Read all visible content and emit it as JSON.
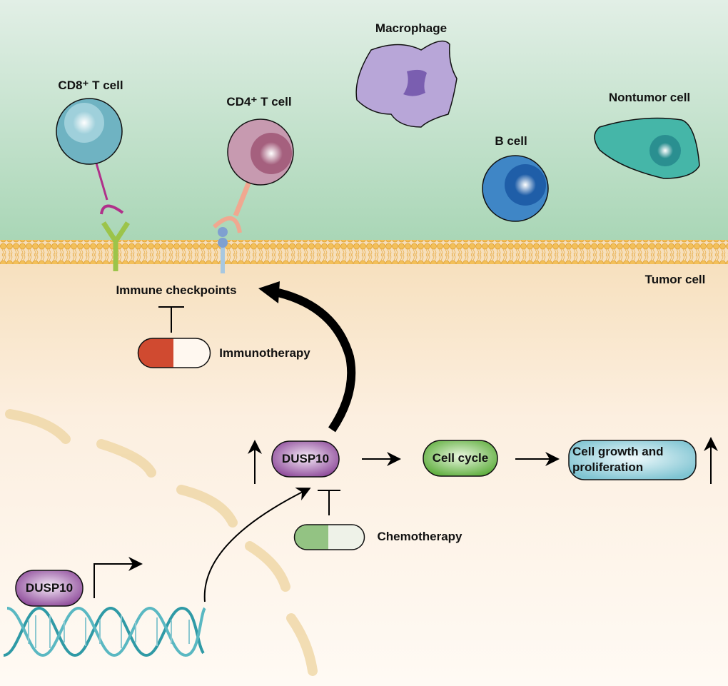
{
  "labels": {
    "cd8": "CD8⁺ T cell",
    "cd4": "CD4⁺ T cell",
    "macrophage": "Macrophage",
    "b_cell": "B cell",
    "nontumor": "Nontumor cell",
    "tumor": "Tumor cell",
    "checkpoints": "Immune checkpoints",
    "immunotherapy": "Immunotherapy",
    "chemotherapy": "Chemotherapy",
    "dusp10_main": "DUSP10",
    "dusp10_gene": "DUSP10",
    "cell_cycle": "Cell cycle",
    "growth": "Cell growth and proliferation"
  },
  "colors": {
    "extracellular": "#b5dcc0",
    "tumor_cytoplasm": "#f7e2c4",
    "membrane": "#f0b44a",
    "dusp10": "#8e4b9a",
    "cell_cycle": "#5fae3e",
    "growth": "#8fcbd6",
    "immunotherapy": "#d04a30",
    "chemotherapy": "#93c383",
    "dna": "#2f9aa6"
  }
}
